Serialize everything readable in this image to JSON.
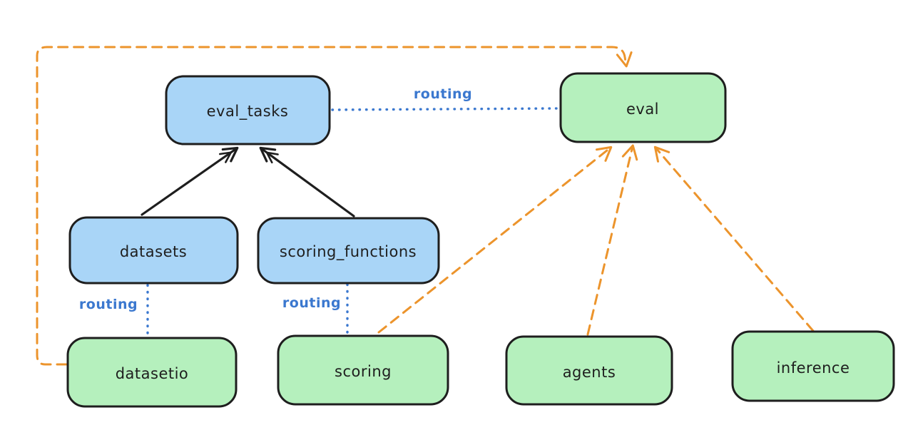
{
  "diagram": {
    "type": "architecture-diagram",
    "nodes": {
      "eval_tasks": {
        "label": "eval_tasks",
        "fill": "blue"
      },
      "eval": {
        "label": "eval",
        "fill": "green"
      },
      "datasets": {
        "label": "datasets",
        "fill": "blue"
      },
      "scoring_functions": {
        "label": "scoring_functions",
        "fill": "blue"
      },
      "datasetio": {
        "label": "datasetio",
        "fill": "green"
      },
      "scoring": {
        "label": "scoring",
        "fill": "green"
      },
      "agents": {
        "label": "agents",
        "fill": "green"
      },
      "inference": {
        "label": "inference",
        "fill": "green"
      }
    },
    "labels": {
      "routing_top": "routing",
      "routing_left": "routing",
      "routing_mid": "routing"
    },
    "edges": [
      {
        "from": "datasets",
        "to": "eval_tasks",
        "style": "solid-black-arrow"
      },
      {
        "from": "scoring_functions",
        "to": "eval_tasks",
        "style": "solid-black-arrow"
      },
      {
        "from": "eval_tasks",
        "to": "eval",
        "style": "dotted-blue",
        "label": "routing"
      },
      {
        "from": "datasets",
        "to": "datasetio",
        "style": "dotted-blue",
        "label": "routing"
      },
      {
        "from": "scoring_functions",
        "to": "scoring",
        "style": "dotted-blue",
        "label": "routing"
      },
      {
        "from": "datasetio",
        "to": "eval",
        "style": "dashed-orange-arrow"
      },
      {
        "from": "scoring",
        "to": "eval",
        "style": "dashed-orange-arrow"
      },
      {
        "from": "agents",
        "to": "eval",
        "style": "dashed-orange-arrow"
      },
      {
        "from": "inference",
        "to": "eval",
        "style": "dashed-orange-arrow"
      }
    ],
    "colors": {
      "background": "#ffffff",
      "box_stroke": "#1e1e1e",
      "blue_fill": "#a9d5f7",
      "green_fill": "#b5f0bd",
      "orange_edge": "#ec942c",
      "routing_blue": "#3b78cf",
      "black_edge": "#1e1e1e",
      "text": "#1e1e1e"
    }
  }
}
